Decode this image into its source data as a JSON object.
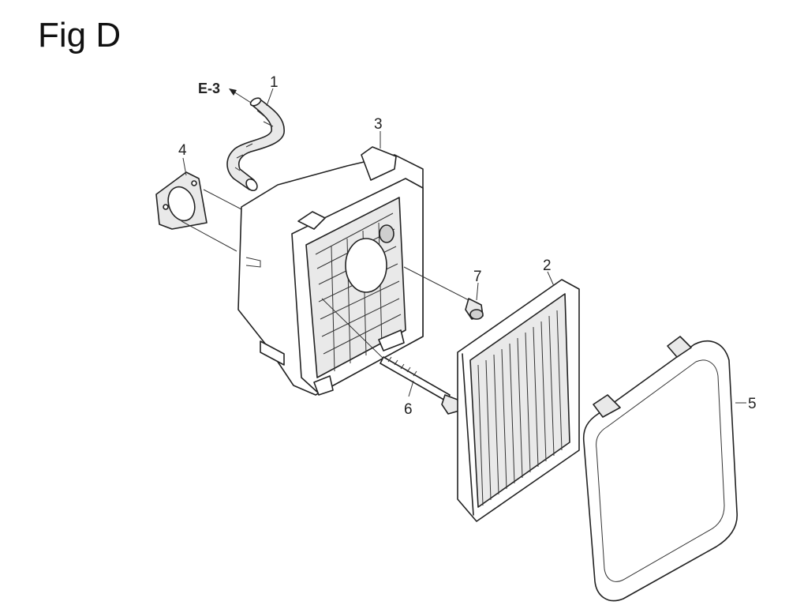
{
  "figure": {
    "title": "Fig D"
  },
  "reference": {
    "label": "E-3"
  },
  "callouts": [
    {
      "number": "1",
      "part": "tube"
    },
    {
      "number": "2",
      "part": "filter-element"
    },
    {
      "number": "3",
      "part": "air-cleaner-case"
    },
    {
      "number": "4",
      "part": "gasket"
    },
    {
      "number": "5",
      "part": "cover"
    },
    {
      "number": "6",
      "part": "bolt"
    },
    {
      "number": "7",
      "part": "screw"
    }
  ]
}
